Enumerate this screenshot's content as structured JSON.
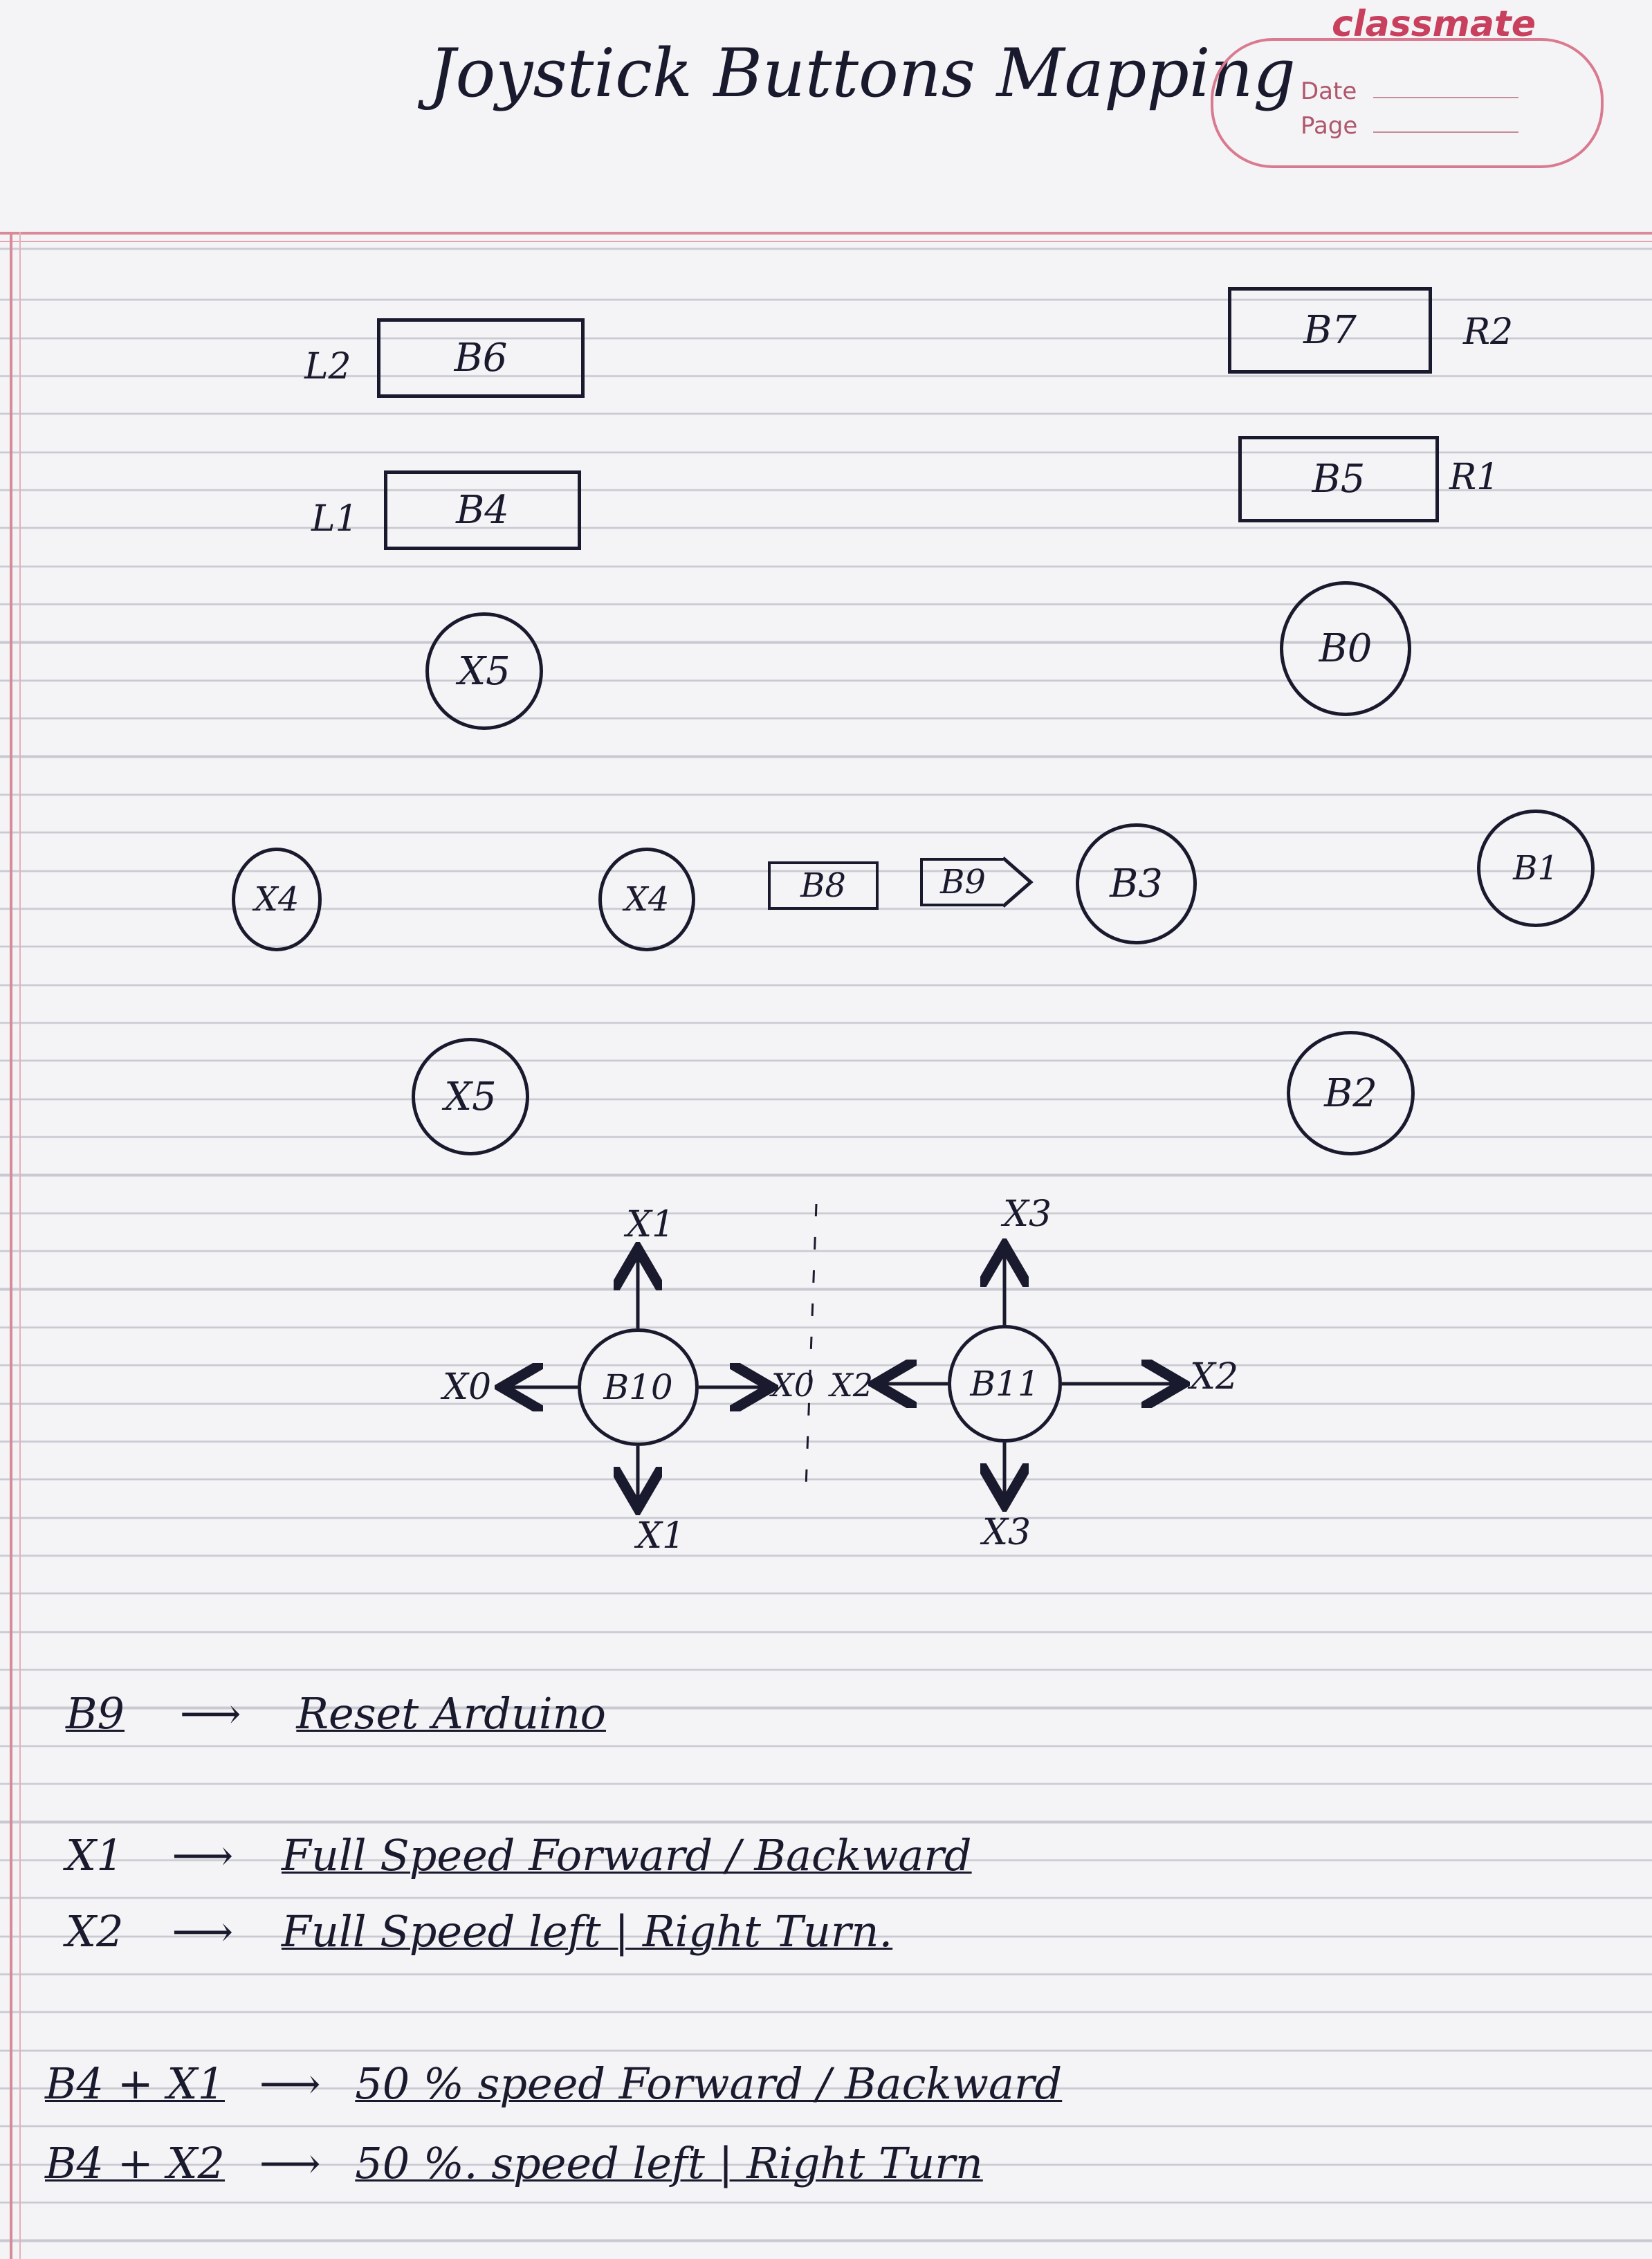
{
  "header": {
    "title": "Joystick Buttons Mapping",
    "brand": "classmate",
    "date_label": "Date",
    "page_label": "Page"
  },
  "shoulder": {
    "l2_label": "L2",
    "b6": "B6",
    "l1_label": "L1",
    "b4": "B4",
    "b7": "B7",
    "r2_label": "R2",
    "b5": "B5",
    "r1_label": "R1"
  },
  "left_pad": {
    "top": "X5",
    "left": "X4",
    "right": "X4",
    "bottom": "X5"
  },
  "center": {
    "b8": "B8",
    "b9": "B9"
  },
  "right_pad": {
    "top": "B0",
    "left": "B3",
    "right": "B1",
    "bottom": "B2"
  },
  "sticks": {
    "left": {
      "button": "B10",
      "up": "X1",
      "down": "X1",
      "left": "X0",
      "right": "X0"
    },
    "right": {
      "button": "B11",
      "up": "X3",
      "down": "X3",
      "left": "X2",
      "right": "X2"
    }
  },
  "legend": [
    {
      "key": "B9",
      "arrow": "⟶",
      "desc": "Reset Arduino"
    },
    {
      "key": "X1",
      "arrow": "⟶",
      "desc": "Full Speed Forward / Backward"
    },
    {
      "key": "X2",
      "arrow": "⟶",
      "desc": "Full Speed  left | Right Turn."
    },
    {
      "key": "B4 + X1",
      "arrow": "⟶",
      "desc": "50 % speed  Forward / Backward"
    },
    {
      "key": "B4 + X2",
      "arrow": "⟶",
      "desc": "50 %. speed  left | Right Turn"
    }
  ],
  "colors": {
    "ink": "#1a1a2e",
    "brand": "#c9405f",
    "margin": "#d98a99",
    "rule": "#c9c9d2"
  }
}
